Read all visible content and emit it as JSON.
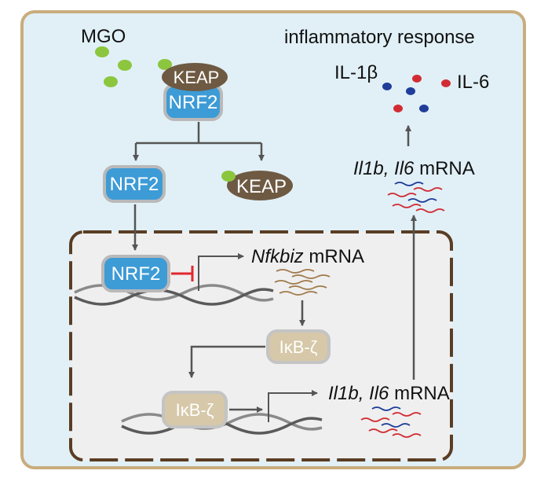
{
  "labels": {
    "mgo": "MGO",
    "inflammatory_response": "inflammatory response",
    "il1b": "IL-1β",
    "il6": "IL-6",
    "keap": "KEAP",
    "nrf2": "NRF2",
    "nfkbiz_gene": "Nfkbiz",
    "mrna": "mRNA",
    "ikbz": "IκB-ζ",
    "il1b_gene": "Il1b,",
    "il6_gene": "Il6"
  },
  "colors": {
    "cell_fill": "#e1f0f7",
    "cell_border": "#c9ad7e",
    "nucleus_fill": "#efefef",
    "nucleus_border": "#5a3d24",
    "nrf2_fill": "#3d9bd6",
    "nrf2_border": "#b9b9b9",
    "keap_fill": "#6e5942",
    "ikbz_fill": "#d6c8a8",
    "ikbz_border": "#c4c4c4",
    "mgo_dot": "#8cc63e",
    "il1b_dot": "#1f3d99",
    "il6_dot": "#d12c34",
    "inhibit": "#e2262e",
    "arrow": "#555555"
  }
}
